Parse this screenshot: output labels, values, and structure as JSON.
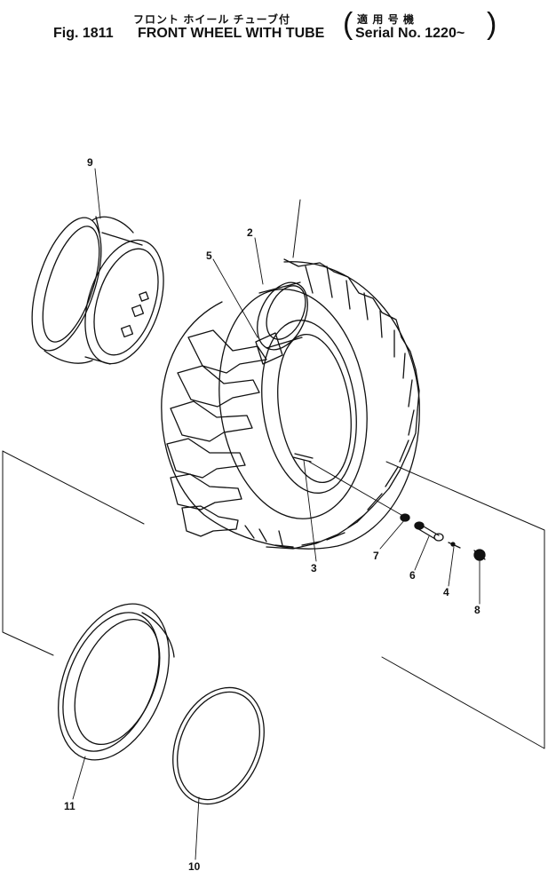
{
  "header": {
    "jp_title": "フロント ホイール チューブ付",
    "jp_serial": "適 用 号 機",
    "fig_number": "Fig. 1811",
    "title": "FRONT WHEEL WITH TUBE",
    "serial": "Serial No. 1220~",
    "paren_open": "(",
    "paren_close": ")"
  },
  "callouts": [
    "9",
    "2",
    "5",
    "3",
    "7",
    "6",
    "4",
    "8",
    "11",
    "10"
  ]
}
